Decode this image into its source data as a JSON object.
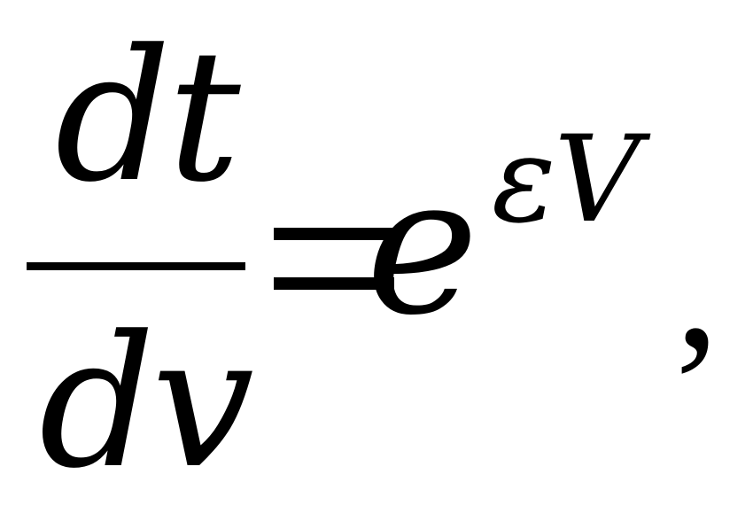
{
  "formula": {
    "numerator": "dt",
    "denominator": "dv",
    "base": "e",
    "exponent": "εV",
    "punctuation": ","
  },
  "colors": {
    "ink": "#000000",
    "background": "#ffffff"
  }
}
